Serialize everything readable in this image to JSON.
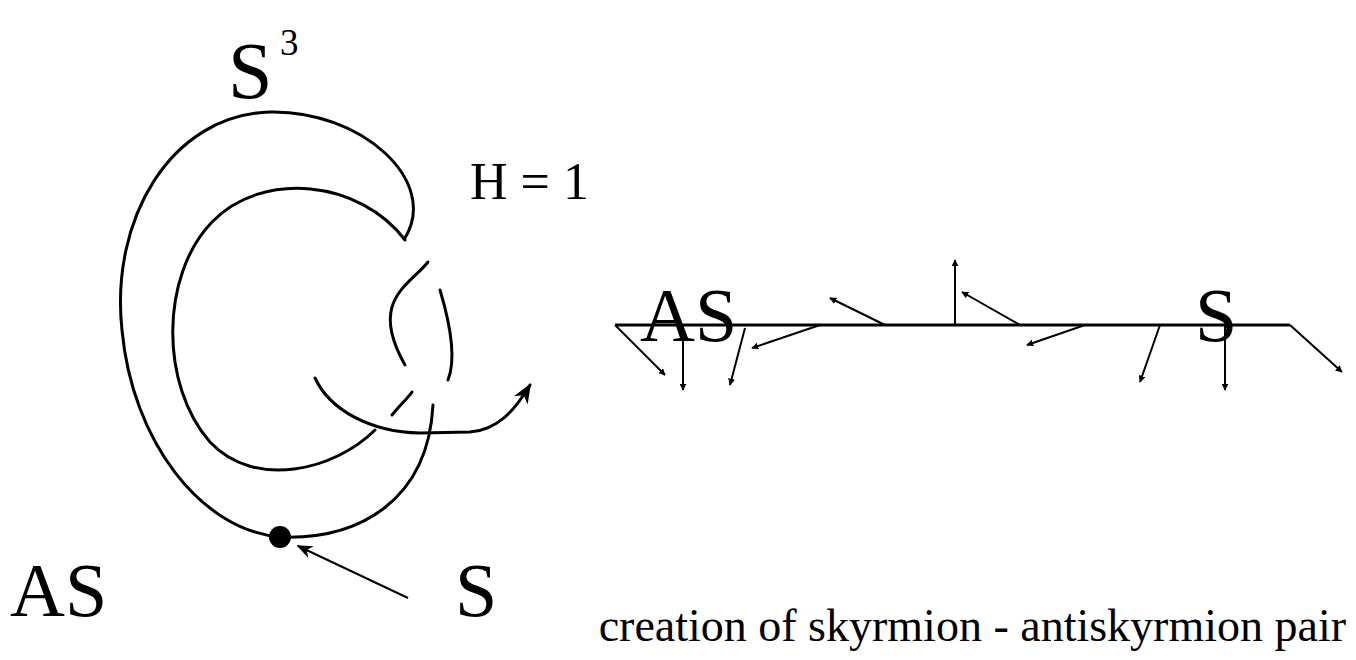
{
  "diagram": {
    "labels": [
      "S",
      "3",
      "H = 1",
      "AS",
      "S",
      "creation of skyrmion - antiskyrmion pair",
      "AS",
      "S"
    ]
  }
}
